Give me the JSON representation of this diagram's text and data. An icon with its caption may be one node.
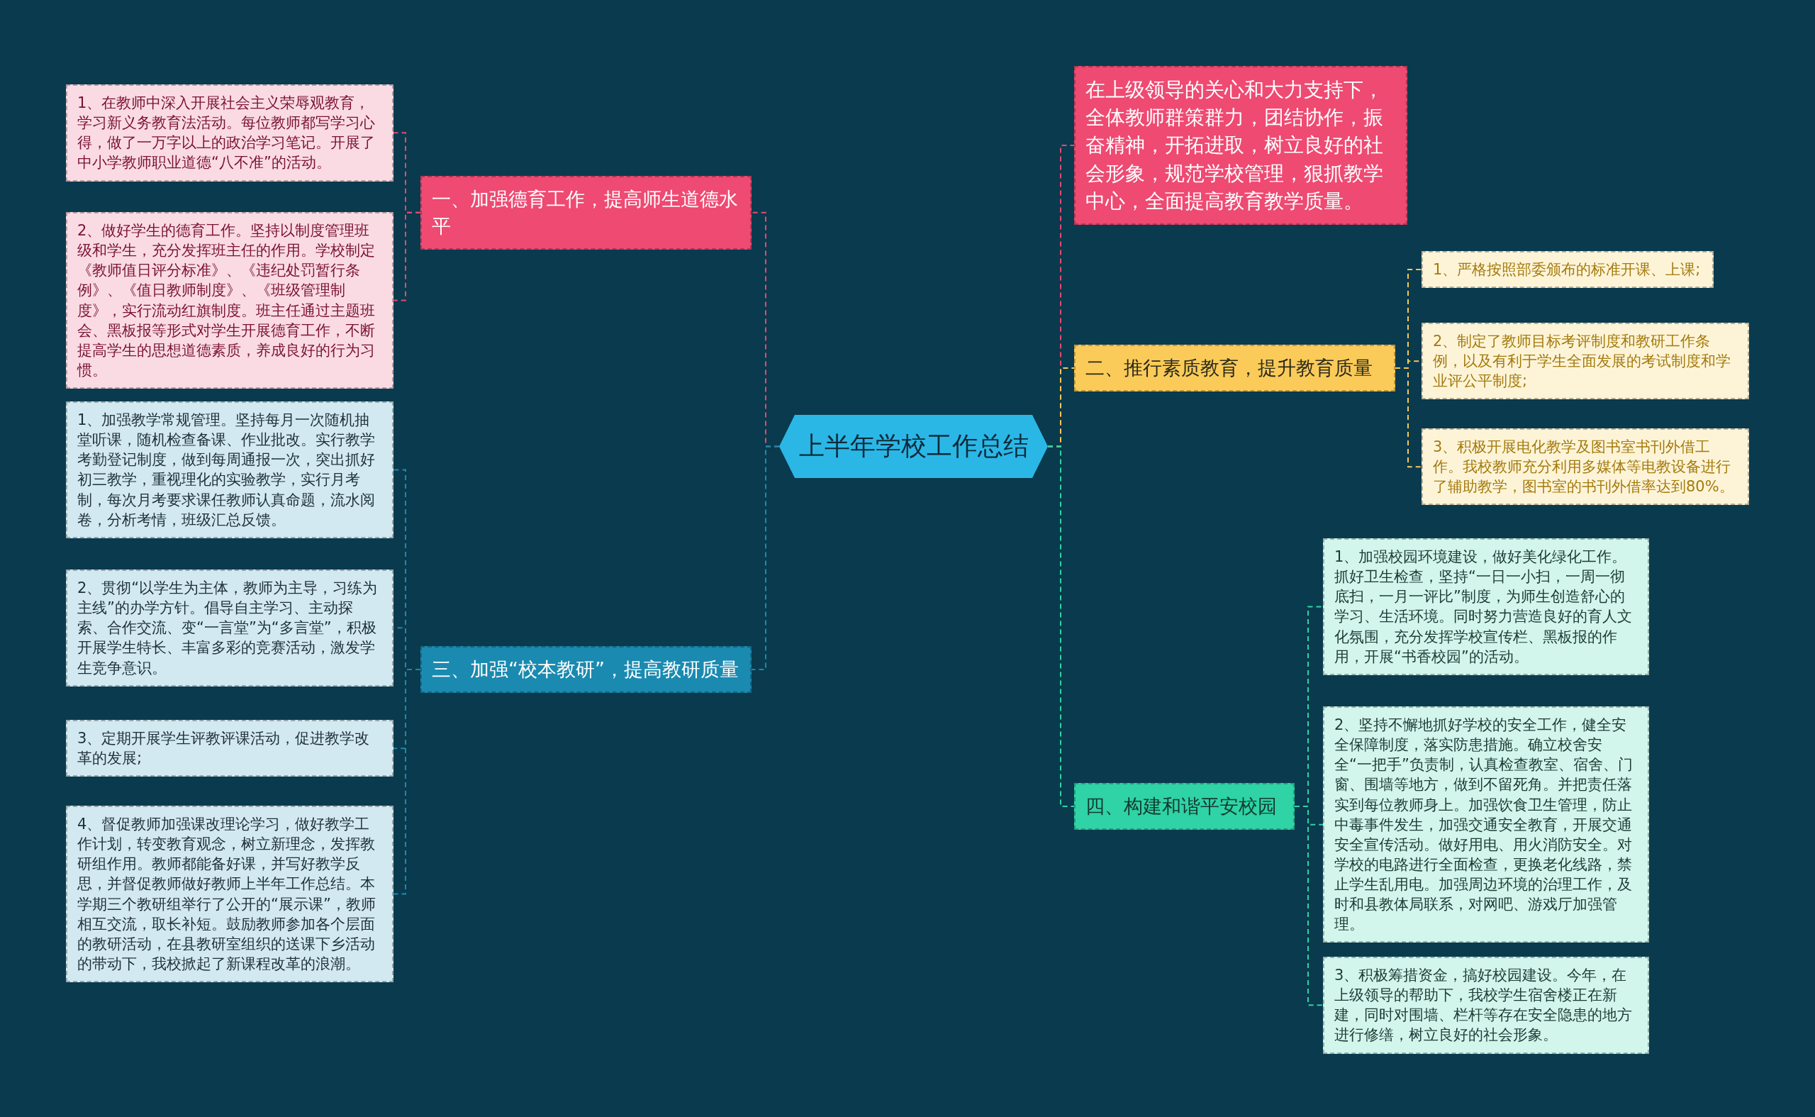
{
  "diagram": {
    "nodes": [
      {
        "text": [
          "上半年学校工作总结"
        ]
      },
      {
        "text": [
          "一、加强德育工作，提高师生道德水平"
        ]
      },
      {
        "text": [
          "1、在教师中深入开展社会主义荣辱观教育，学习新义务教育法活动。每位教师都写学习心得，做了一万字以上的政治学习笔记。开展了中小学教师职业道德“八不准”的活动。"
        ]
      },
      {
        "text": [
          "2、做好学生的德育工作。坚持以制度管理班级和学生，充分发挥班主任的作用。学校制定《教师值日评分标准》、《违纪处罚暂行条例》、《值日教师制度》、《班级管理制度》，实行流动红旗制度。班主任通过主题班会、黑板报等形式对学生开展德育工作，不断提高学生的思想道德素质，养成良好的行为习惯。"
        ]
      },
      {
        "text": [
          "三、加强“校本教研”，提高教研质量"
        ]
      },
      {
        "text": [
          "1、加强教学常规管理。坚持每月一次随机抽堂听课，随机检查备课、作业批改。实行教学考勤登记制度，做到每周通报一次，突出抓好初三教学，重视理化的实验教学，实行月考制，每次月考要求课任教师认真命题，流水阅卷，分析考情，班级汇总反馈。"
        ]
      },
      {
        "text": [
          "2、贯彻“以学生为主体，教师为主导，习练为主线”的办学方针。倡导自主学习、主动探索、合作交流、变“一言堂”为“多言堂”，积极开展学生特长、丰富多彩的竞赛活动，激发学生竞争意识。"
        ]
      },
      {
        "text": [
          "3、定期开展学生评教评课活动，促进教学改革的发展;"
        ]
      },
      {
        "text": [
          "4、督促教师加强课改理论学习，做好教学工作计划，转变教育观念，树立新理念，发挥教研组作用。教师都能备好课，并写好教学反思，并督促教师做好教师上半年工作总结。本学期三个教研组举行了公开的“展示课”，教师相互交流，取长补短。鼓励教师参加各个层面的教研活动，在县教研室组织的送课下乡活动的带动下，我校掀起了新课程改革的浪潮。"
        ]
      },
      {
        "text": [
          "在上级领导的关心和大力支持下，全体教师群策群力，团结协作，振奋精神，开拓进取，树立良好的社会形象，规范学校管理，狠抓教学中心，全面提高教育教学质量。"
        ]
      },
      {
        "text": [
          "二、推行素质教育，提升教育质量"
        ]
      },
      {
        "text": [
          "1、严格按照部委颁布的标准开课、上课;"
        ]
      },
      {
        "text": [
          "2、制定了教师目标考评制度和教研工作条例，以及有利于学生全面发展的考试制度和学业评公平制度;"
        ]
      },
      {
        "text": [
          "3、积极开展电化教学及图书室书刊外借工作。我校教师充分利用多媒体等电教设备进行了辅助教学，图书室的书刊外借率达到80%。"
        ]
      },
      {
        "text": [
          "四、构建和谐平安校园"
        ]
      },
      {
        "text": [
          "1、加强校园环境建设，做好美化绿化工作。抓好卫生检查，坚持“一日一小扫，一周一彻底扫，一月一评比”制度，为师生创造舒心的学习、生活环境。同时努力营造良好的育人文化氛围，充分发挥学校宣传栏、黑板报的作用，开展“书香校园”的活动。"
        ]
      },
      {
        "text": [
          "2、坚持不懈地抓好学校的安全工作，健全安全保障制度，落实防患措施。确立校舍安全“一把手”负责制，认真检查教室、宿舍、门窗、围墙等地方，做到不留死角。并把责任落实到每位教师身上。加强饮食卫生管理，防止中毒事件发生，加强交通安全教育，开展交通安全宣传活动。做好用电、用火消防安全。对学校的电路进行全面检查，更换老化线路，禁止学生乱用电。加强周边环境的治理工作，及时和县教体局联系，对网吧、游戏厅加强管理。"
        ]
      },
      {
        "text": [
          "3、积极筹措资金，搞好校园建设。今年，在上级领导的帮助下，我校学生宿舍楼正在新建，同时对围墙、栏杆等存在安全隐患的地方进行修缮，树立良好的社会形象。"
        ]
      }
    ],
    "edges": [
      {
        "from": 0,
        "to": 1,
        "arrow": "none",
        "style": "dashed",
        "color": "#e8486f"
      },
      {
        "from": 1,
        "to": 2,
        "arrow": "none",
        "style": "dashed",
        "color": "#e8486f"
      },
      {
        "from": 1,
        "to": 3,
        "arrow": "none",
        "style": "dashed",
        "color": "#e8486f"
      },
      {
        "from": 0,
        "to": 4,
        "arrow": "none",
        "style": "dashed",
        "color": "#1a8ab0"
      },
      {
        "from": 4,
        "to": 5,
        "arrow": "none",
        "style": "dashed",
        "color": "#1a8ab0"
      },
      {
        "from": 4,
        "to": 6,
        "arrow": "none",
        "style": "dashed",
        "color": "#1a8ab0"
      },
      {
        "from": 4,
        "to": 7,
        "arrow": "none",
        "style": "dashed",
        "color": "#1a8ab0"
      },
      {
        "from": 4,
        "to": 8,
        "arrow": "none",
        "style": "dashed",
        "color": "#1a8ab0"
      },
      {
        "from": 0,
        "to": 9,
        "arrow": "none",
        "style": "dashed",
        "color": "#e8486f"
      },
      {
        "from": 0,
        "to": 10,
        "arrow": "none",
        "style": "dashed",
        "color": "#f8c85a"
      },
      {
        "from": 10,
        "to": 11,
        "arrow": "none",
        "style": "dashed",
        "color": "#f8c85a"
      },
      {
        "from": 10,
        "to": 12,
        "arrow": "none",
        "style": "dashed",
        "color": "#f8c85a"
      },
      {
        "from": 10,
        "to": 13,
        "arrow": "none",
        "style": "dashed",
        "color": "#f8c85a"
      },
      {
        "from": 0,
        "to": 14,
        "arrow": "none",
        "style": "dashed",
        "color": "#2fd3a5"
      },
      {
        "from": 14,
        "to": 15,
        "arrow": "none",
        "style": "dashed",
        "color": "#2fd3a5"
      },
      {
        "from": 14,
        "to": 16,
        "arrow": "none",
        "style": "dashed",
        "color": "#2fd3a5"
      },
      {
        "from": 14,
        "to": 17,
        "arrow": "none",
        "style": "dashed",
        "color": "#2fd3a5"
      }
    ]
  }
}
